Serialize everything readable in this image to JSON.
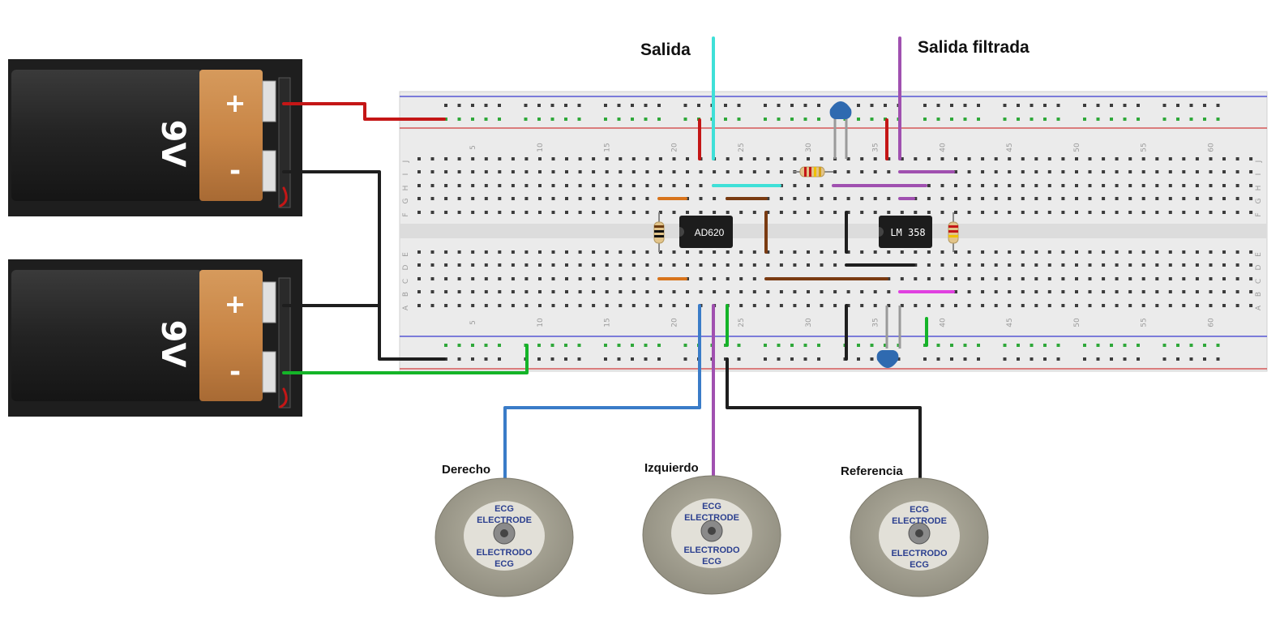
{
  "labels": {
    "salida": "Salida",
    "salida_filtrada": "Salida filtrada",
    "derecho": "Derecho",
    "izquierdo": "Izquierdo",
    "referencia": "Referencia"
  },
  "chips": {
    "amp": "AD620",
    "filter": "LM 358"
  },
  "battery": {
    "label": "9V",
    "plus": "+",
    "minus": "-"
  },
  "electrode": {
    "line1": "ECG",
    "line2": "ELECTRODE",
    "line3": "ELECTRODO",
    "line4": "ECG"
  },
  "breadboard": {
    "column_numbers": [
      "5",
      "10",
      "15",
      "20",
      "25",
      "30",
      "35",
      "40",
      "45",
      "50",
      "55",
      "60"
    ],
    "row_letters_top": [
      "J",
      "I",
      "H",
      "G",
      "F"
    ],
    "row_letters_bottom": [
      "E",
      "D",
      "C",
      "B",
      "A"
    ]
  },
  "colors": {
    "red_wire": "#c41616",
    "black_wire": "#1e1e1e",
    "green_wire": "#14b428",
    "cyan_wire": "#3fe0d8",
    "purple_wire": "#a050b0",
    "blue_wire": "#3a7cc8",
    "brown_wire": "#7a3b12",
    "orange_wire": "#d8741c",
    "magenta_wire": "#e040e0",
    "battery_body": "#262626",
    "battery_cap": "#c98a4e"
  }
}
